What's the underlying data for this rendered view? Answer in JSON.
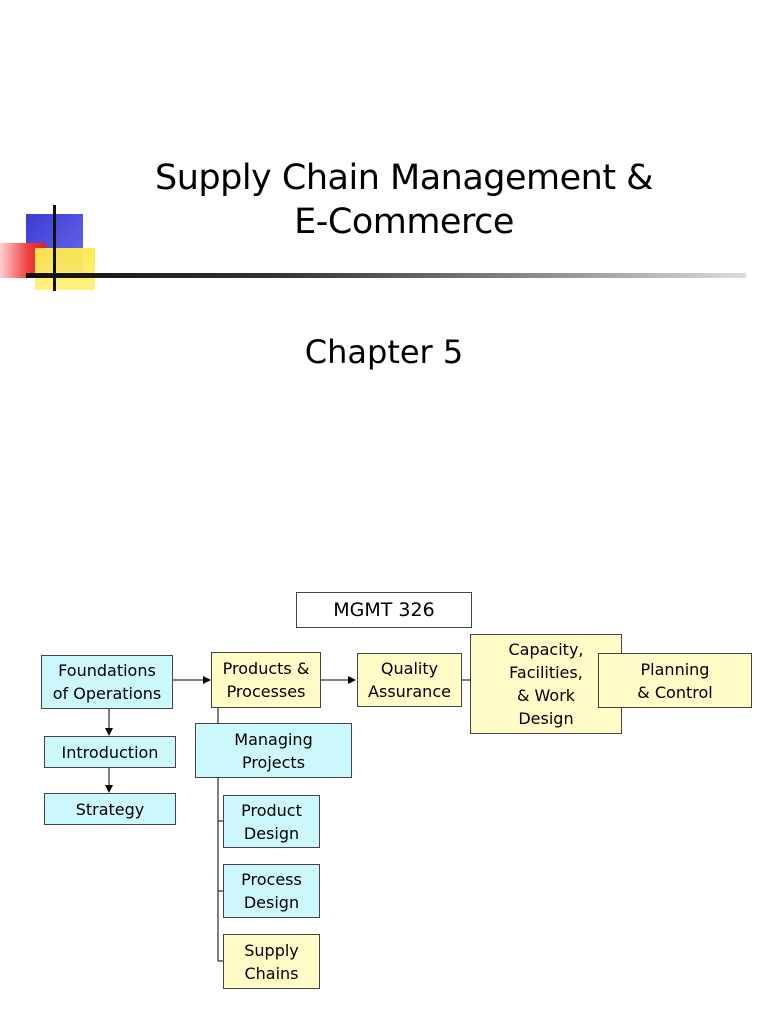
{
  "slide": {
    "title_line1": "Supply Chain Management &",
    "title_line2": "E-Commerce",
    "subtitle": "Chapter 5"
  },
  "diagram": {
    "course": "MGMT 326",
    "nodes": {
      "foundations": "Foundations\nof Operations",
      "introduction": "Introduction",
      "strategy": "Strategy",
      "products_processes": "Products &\nProcesses",
      "managing_projects": "Managing\nProjects",
      "product_design": "Product\nDesign",
      "process_design": "Process\nDesign",
      "supply_chains": "Supply\nChains",
      "quality_assurance": "Quality\nAssurance",
      "capacity": "Capacity,\nFacilities,\n& Work\nDesign",
      "planning_control": "Planning\n& Control"
    },
    "colors": {
      "cyan": "#ccf7fb",
      "yellow": "#fffcc7",
      "border": "#444444"
    }
  }
}
